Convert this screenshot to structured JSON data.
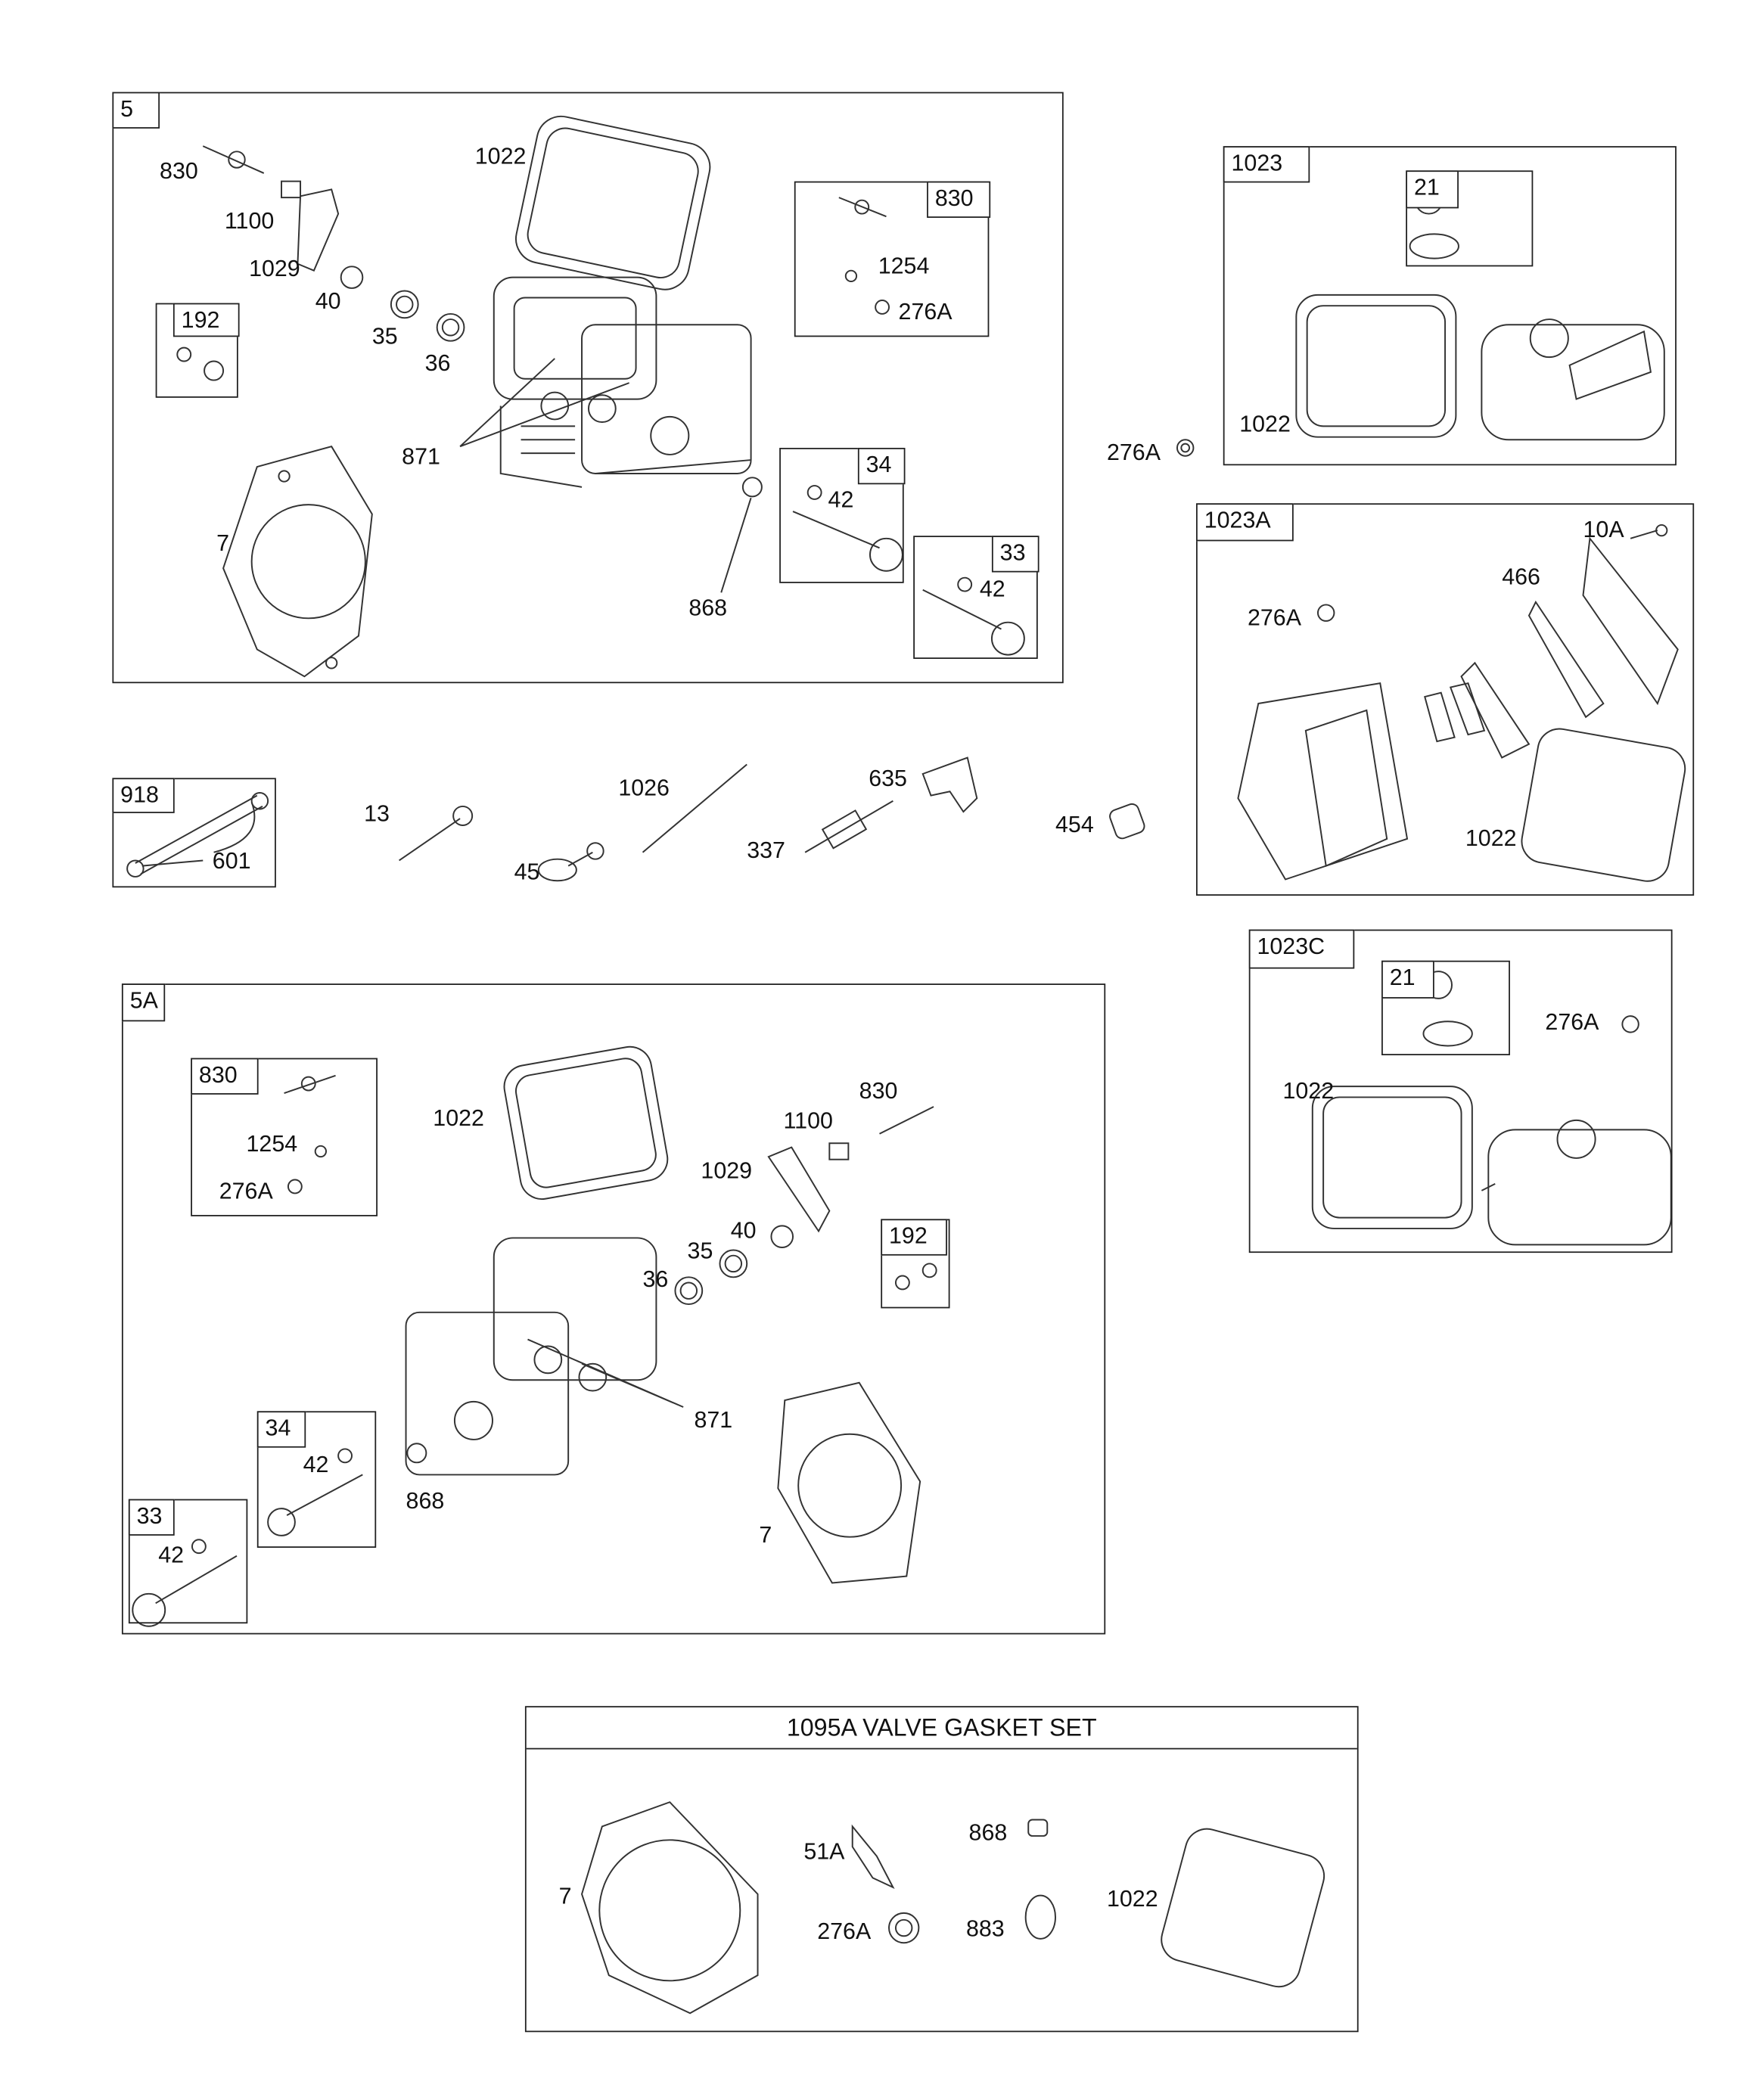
{
  "box_5": {
    "tag": "5",
    "labels": {
      "stud": "830",
      "guide": "1100",
      "rocker": "1029",
      "retainer": "40",
      "spring35": "35",
      "spring36": "36",
      "gasket": "1022",
      "screw": "871",
      "head_gasket": "7",
      "seal": "868"
    },
    "kit_192": {
      "tag": "192"
    },
    "kit_830": {
      "tag": "830",
      "screw": "1254",
      "washer": "276A"
    },
    "kit_34": {
      "tag": "34",
      "part": "42"
    },
    "kit_33": {
      "tag": "33",
      "part": "42"
    }
  },
  "box_1023": {
    "tag": "1023",
    "kit_21": {
      "tag": "21"
    },
    "gasket": "1022"
  },
  "loose": {
    "washer": "276A",
    "bolt": "13",
    "tappet": "45",
    "pushrod": "1026",
    "spark_plug": "337",
    "boot": "635",
    "sleeve": "454"
  },
  "box_1023A": {
    "tag": "1023A",
    "screw": "10A",
    "gasket466": "466",
    "washer": "276A",
    "gasket": "1022"
  },
  "box_1023C": {
    "tag": "1023C",
    "kit_21": {
      "tag": "21"
    },
    "washer": "276A",
    "gasket": "1022"
  },
  "box_918": {
    "tag": "918",
    "part": "601"
  },
  "box_5A": {
    "tag": "5A",
    "kit_830": {
      "tag": "830",
      "screw": "1254",
      "washer": "276A"
    },
    "labels": {
      "gasket": "1022",
      "guide": "1100",
      "stud": "830",
      "rocker": "1029",
      "retainer": "40",
      "spring35": "35",
      "spring36": "36",
      "screw": "871",
      "seal": "868",
      "head_gasket": "7"
    },
    "kit_192": {
      "tag": "192"
    },
    "kit_34": {
      "tag": "34",
      "part": "42"
    },
    "kit_33": {
      "tag": "33",
      "part": "42"
    }
  },
  "box_1095A": {
    "title": "1095A VALVE GASKET SET",
    "head_gasket": "7",
    "part51A": "51A",
    "washer": "276A",
    "seal": "868",
    "part883": "883",
    "gasket": "1022"
  }
}
